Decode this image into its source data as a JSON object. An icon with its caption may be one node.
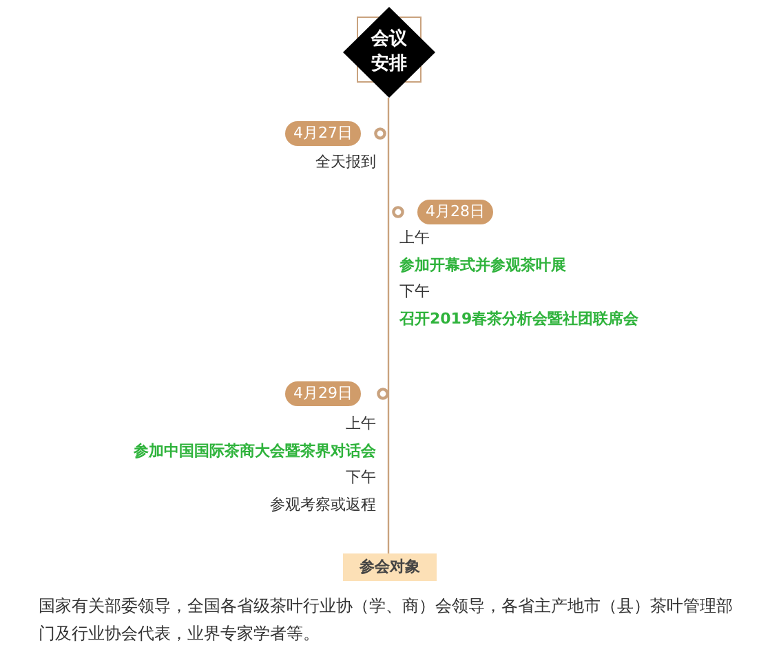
{
  "diagram": {
    "nodes": [
      {
        "text": [
          "会议安排"
        ]
      },
      {
        "text": [
          "4月27日"
        ],
        "beside": [
          "全天报到"
        ]
      },
      {
        "text": [
          "4月28日"
        ],
        "beside": [
          "上午",
          "参加开幕式并参观茶叶展",
          "下午",
          "召开2019春茶分析会暨社团联席会"
        ]
      },
      {
        "text": [
          "4月29日"
        ],
        "beside": [
          "上午",
          "参加中国国际茶商大会暨茶界对话会",
          "下午",
          "参观考察或返程"
        ]
      },
      {
        "text": [
          "参会对象"
        ]
      }
    ],
    "edges": [
      {
        "from": 0,
        "to": 4,
        "arrow": "none"
      }
    ],
    "labels": [
      "国家有关部委领导，全国各省级茶叶行业协（学、商）会领导，各省主产地市（县）茶叶管理部门及行业协会代表，业界专家学者等。"
    ]
  }
}
